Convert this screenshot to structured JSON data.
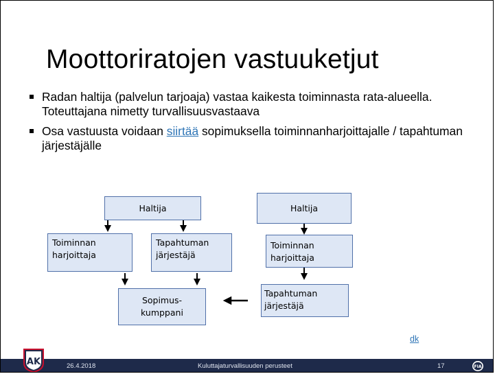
{
  "slide": {
    "title": "Moottoriratojen vastuuketjut",
    "bullets": [
      {
        "text": "Radan haltija (palvelun tarjoaja) vastaa kaikesta toiminnasta rata-alueella. Toteuttajana nimetty turvallisuusvastaava"
      },
      {
        "pre": "Osa vastuusta voidaan ",
        "link": "siirtää",
        "post": " sopimuksella toiminnanharjoittajalle / tapahtuman järjestäjälle"
      }
    ]
  },
  "diagram": {
    "left": {
      "top": "Haltija",
      "mid_left": [
        "Toiminnan",
        "harjoittaja"
      ],
      "mid_right": [
        "Tapahtuman",
        "järjestäjä"
      ],
      "bottom": [
        "Sopimus-",
        "kumppani"
      ]
    },
    "right": {
      "top": "Haltija",
      "mid": [
        "Toiminnan",
        "harjoittaja"
      ],
      "bottom": [
        "Tapahtuman",
        "järjestäjä"
      ]
    },
    "colors": {
      "box_fill": "#dee7f5",
      "box_border": "#4f6fa8",
      "arrow": "#000000"
    }
  },
  "link_dk": "dk",
  "footer": {
    "date": "26.4.2018",
    "center": "Kuluttajaturvallisuuden perusteet",
    "page": "17",
    "bg_color": "#1e2a4a",
    "logo_left": "AKK logo",
    "logo_right": "FIA logo"
  }
}
